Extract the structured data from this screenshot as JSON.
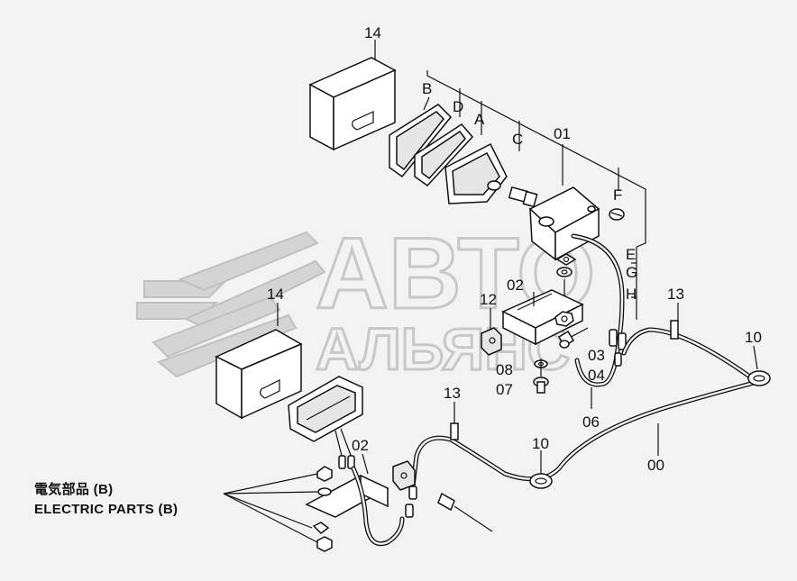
{
  "watermark": {
    "line1": "АВТО",
    "line2": "АЛЬЯНС"
  },
  "title": {
    "japanese": "電気部品 (B)",
    "english": "ELECTRIC PARTS (B)"
  },
  "labels": {
    "l14a": "14",
    "lB": "B",
    "lD": "D",
    "lA": "A",
    "lC": "C",
    "l01": "01",
    "lF": "F",
    "lE": "E",
    "lG": "G",
    "lH": "H",
    "l02a": "02",
    "l12": "12",
    "l13a": "13",
    "l10a": "10",
    "l03": "03",
    "l08": "08",
    "l04": "04",
    "l07": "07",
    "l06": "06",
    "l14b": "14",
    "l13b": "13",
    "l02b": "02",
    "l10b": "10",
    "l00": "00"
  }
}
